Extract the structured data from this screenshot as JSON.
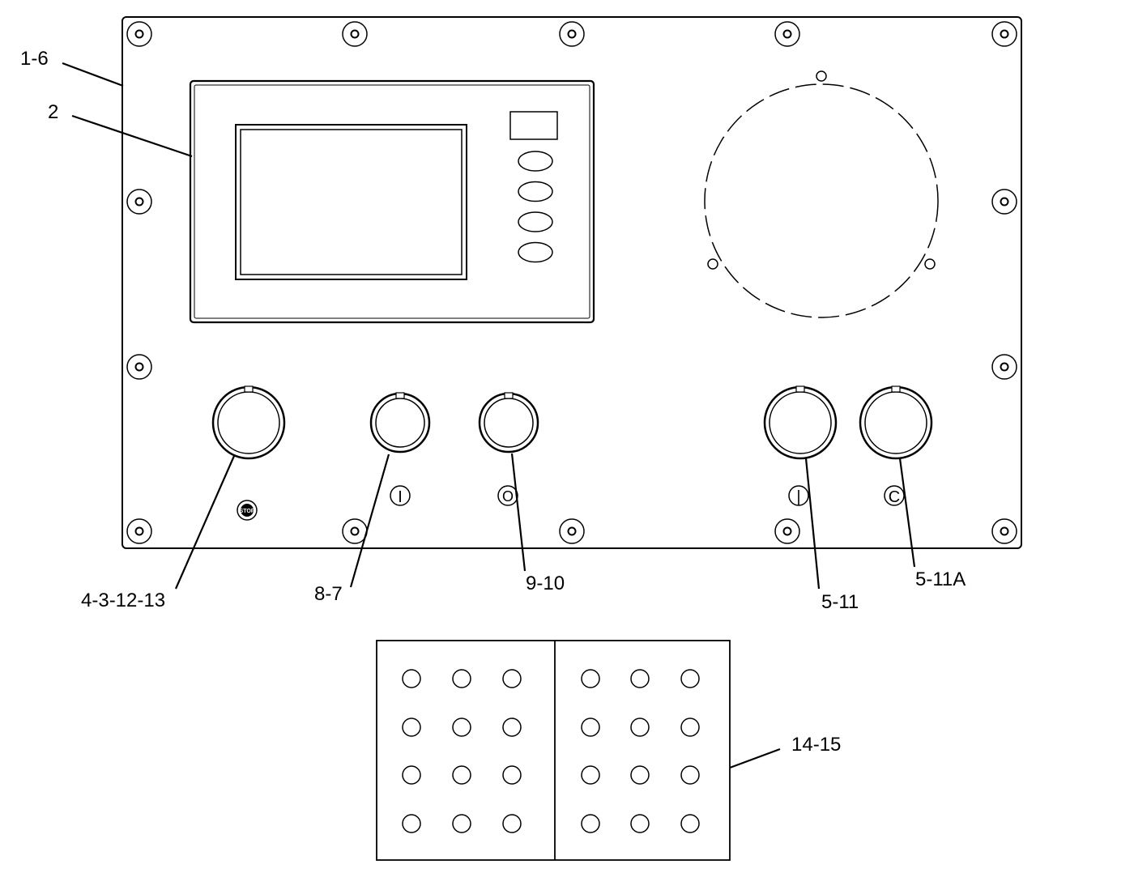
{
  "diagram": {
    "title": "",
    "callouts": {
      "panel": "1-6",
      "display_module": "2",
      "connector_1": "4-3-12-13",
      "connector_2": "8-7",
      "connector_3": "9-10",
      "connector_4": "5-11",
      "connector_5": "5-11A",
      "terminal_block": "14-15"
    },
    "panel_symbols": {
      "connector_1": "STOP",
      "connector_2": "I",
      "connector_3": "O",
      "connector_4": "|",
      "connector_5": "C"
    },
    "display_buttons": 4,
    "panel_screws": 14,
    "terminal_block_holes": {
      "columns_per_half": 3,
      "rows": 4,
      "halves": 2
    },
    "line_color": "#000000",
    "background_color": "#ffffff"
  }
}
